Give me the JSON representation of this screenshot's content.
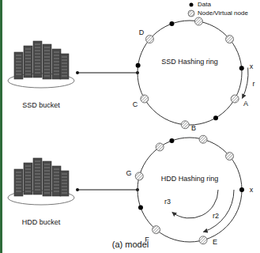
{
  "diagram": {
    "caption": "(a) model",
    "nodes": [
      {
        "text": [
          "SSD bucket"
        ]
      },
      {
        "text": [
          "SSD Hashing ring"
        ]
      },
      {
        "text": [
          "HDD bucket"
        ]
      },
      {
        "text": [
          "HDD Hashing ring"
        ]
      }
    ],
    "edges": [
      {
        "from": 0,
        "to": 1,
        "arrow": "none"
      },
      {
        "from": 2,
        "to": 3,
        "arrow": "none"
      }
    ],
    "labels": [
      "D",
      "C",
      "B",
      "A",
      "x",
      "r",
      "G",
      "F",
      "E",
      "x",
      "r2",
      "r3"
    ],
    "legend": [
      {
        "text": "Data",
        "color": "#000000"
      },
      {
        "text": "Node/Virtual node"
      }
    ]
  }
}
